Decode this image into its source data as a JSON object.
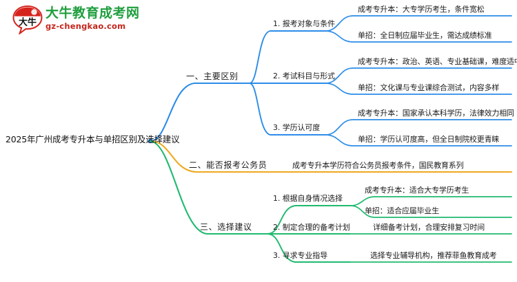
{
  "logo": {
    "mark_text": "大牛",
    "brand_cn": "大牛教育成考网",
    "brand_en": "gz-chengkao.com",
    "brand_color_cn": "#1f9e3e",
    "brand_color_en": "#c4261d",
    "mark_color": "#d6231c"
  },
  "colors": {
    "branch_1": "#2b8ce8",
    "branch_2": "#efa920",
    "branch_3": "#1fba6e",
    "text": "#1a1a1a"
  },
  "mindmap": {
    "root": "2025年广州成考专升本与单招区别及选择建议",
    "branches": [
      {
        "label": "一、主要区别",
        "color": "#2b8ce8",
        "children": [
          {
            "label": "1. 报考对象与条件",
            "leaves": [
              "成考专升本：大专学历考生，条件宽松",
              "单招：全日制应届毕业生，需达成绩标准"
            ]
          },
          {
            "label": "2. 考试科目与形式",
            "leaves": [
              "成考专升本：政治、英语、专业基础课，难度适中",
              "单招：文化课与专业课综合测试，内容多样"
            ]
          },
          {
            "label": "3. 学历认可度",
            "leaves": [
              "成考专升本：国家承认本科学历，法律效力相同",
              "单招：学历认可度高，但全日制院校更青睐"
            ]
          }
        ]
      },
      {
        "label": "二、能否报考公务员",
        "color": "#efa920",
        "children": [
          {
            "label": "",
            "leaves": [
              "成考专升本学历符合公务员报考条件，国民教育系列"
            ]
          }
        ]
      },
      {
        "label": "三、选择建议",
        "color": "#1fba6e",
        "children": [
          {
            "label": "1. 根据自身情况选择",
            "leaves": [
              "成考专升本：适合大专学历考生",
              "单招：适合应届毕业生"
            ]
          },
          {
            "label": "2. 制定合理的备考计划",
            "leaves": [
              "详细备考计划，合理安排复习时间"
            ]
          },
          {
            "label": "3. 寻求专业指导",
            "leaves": [
              "选择专业辅导机构，推荐菲鱼教育成考"
            ]
          }
        ]
      }
    ]
  }
}
